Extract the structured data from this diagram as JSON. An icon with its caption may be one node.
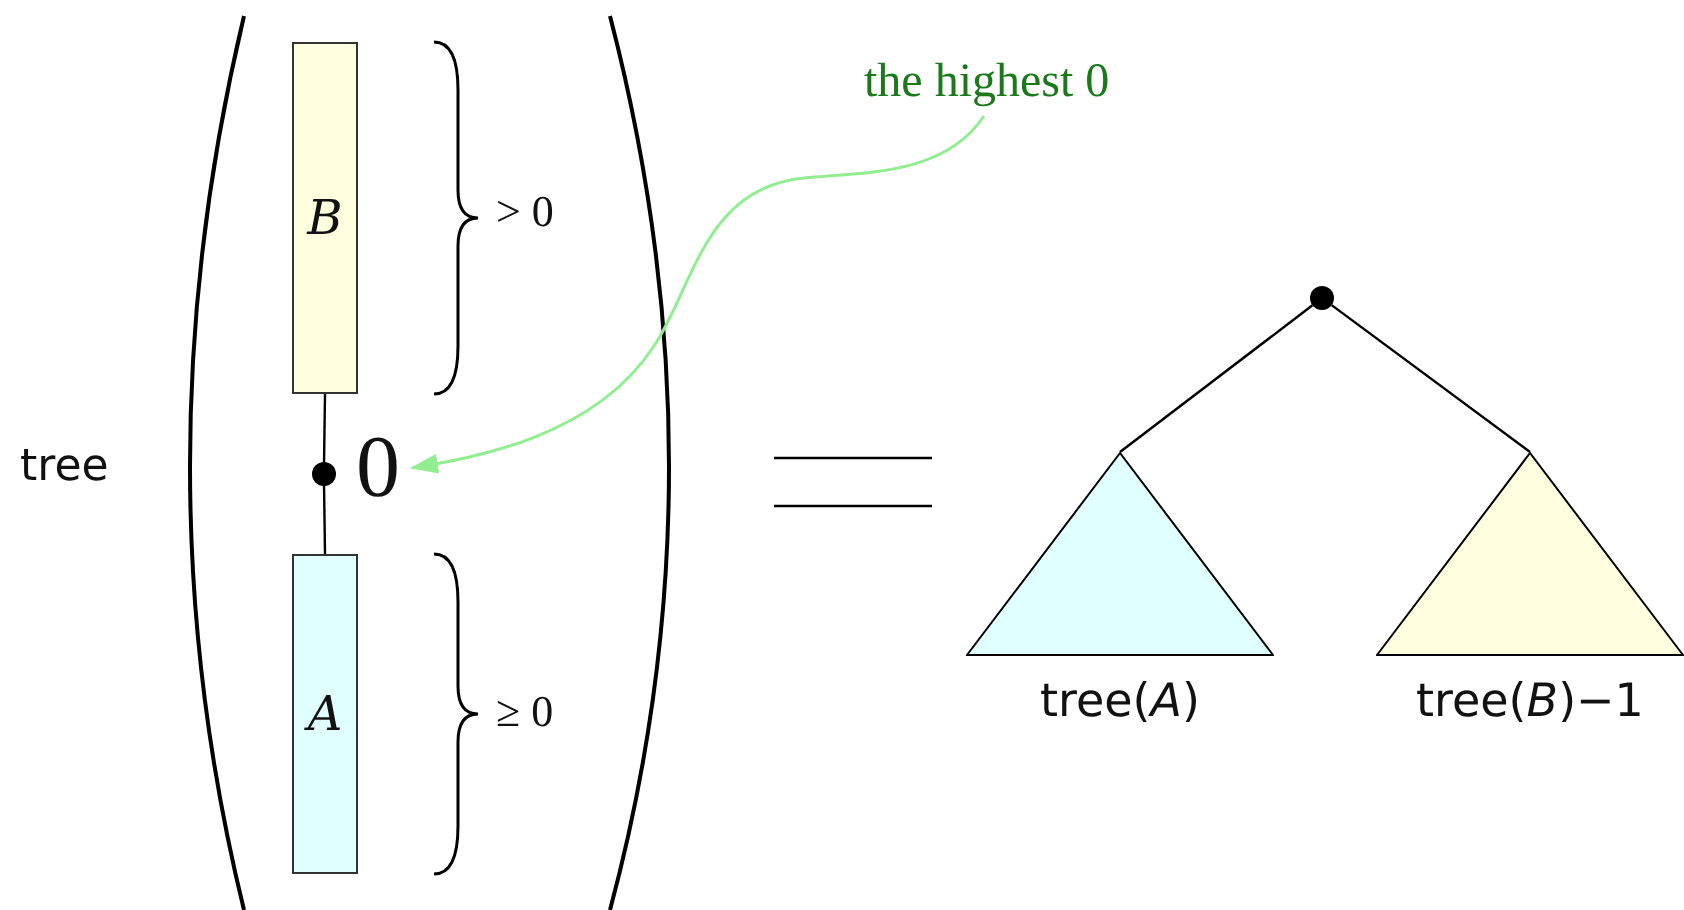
{
  "diagram": {
    "nodes": [
      {
        "text": [
          "B"
        ]
      },
      {
        "text": [],
        "shape": "circle"
      },
      {
        "text": [
          "0"
        ]
      },
      {
        "text": [
          "A"
        ]
      },
      {
        "text": [
          "the highest 0"
        ]
      },
      {
        "text": [],
        "shape": "circle"
      },
      {
        "text": [],
        "shape": "triangle",
        "beside": [
          "tree(*A*)"
        ]
      },
      {
        "text": [],
        "shape": "triangle",
        "beside": [
          "tree(*B*)−1"
        ]
      }
    ],
    "edges": [
      {
        "from": 0,
        "to": 1,
        "arrow": "none"
      },
      {
        "from": 1,
        "to": 3,
        "arrow": "none"
      },
      {
        "from": 4,
        "to": 2,
        "arrow": "to",
        "color": "#90ee90"
      },
      {
        "from": 5,
        "to": 6,
        "arrow": "none"
      },
      {
        "from": 5,
        "to": 7,
        "arrow": "none"
      }
    ],
    "labels": [
      "tree",
      "> 0",
      "≥ 0"
    ]
  }
}
